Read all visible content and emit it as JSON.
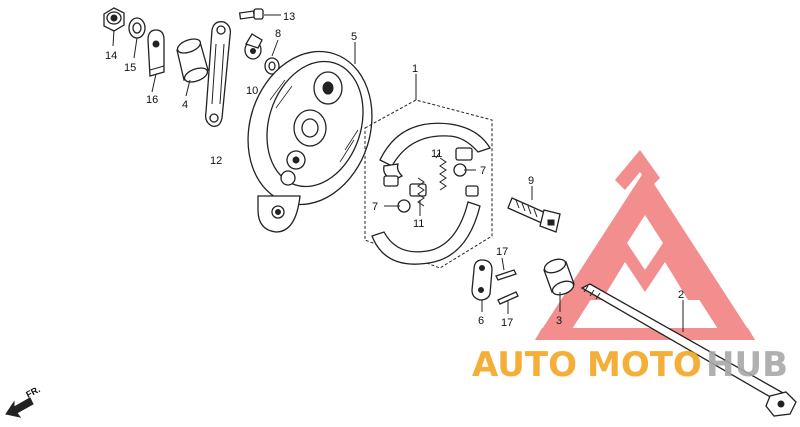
{
  "diagram": {
    "part_numbers": {
      "p1": "1",
      "p2": "2",
      "p3": "3",
      "p4": "4",
      "p5": "5",
      "p6": "6",
      "p7a": "7",
      "p7b": "7",
      "p8": "8",
      "p9": "9",
      "p10": "10",
      "p11a": "11",
      "p11b": "11",
      "p12": "12",
      "p13": "13",
      "p14": "14",
      "p15": "15",
      "p16": "16",
      "p17a": "17",
      "p17b": "17"
    },
    "direction_label": "FR."
  },
  "watermark": {
    "text_part1": "AUTO",
    "text_part2": "MOTO",
    "text_part3": "HUB",
    "colors": {
      "red": "#f07b7b",
      "orange": "#f5a623",
      "grey": "#a8a8a8"
    }
  }
}
